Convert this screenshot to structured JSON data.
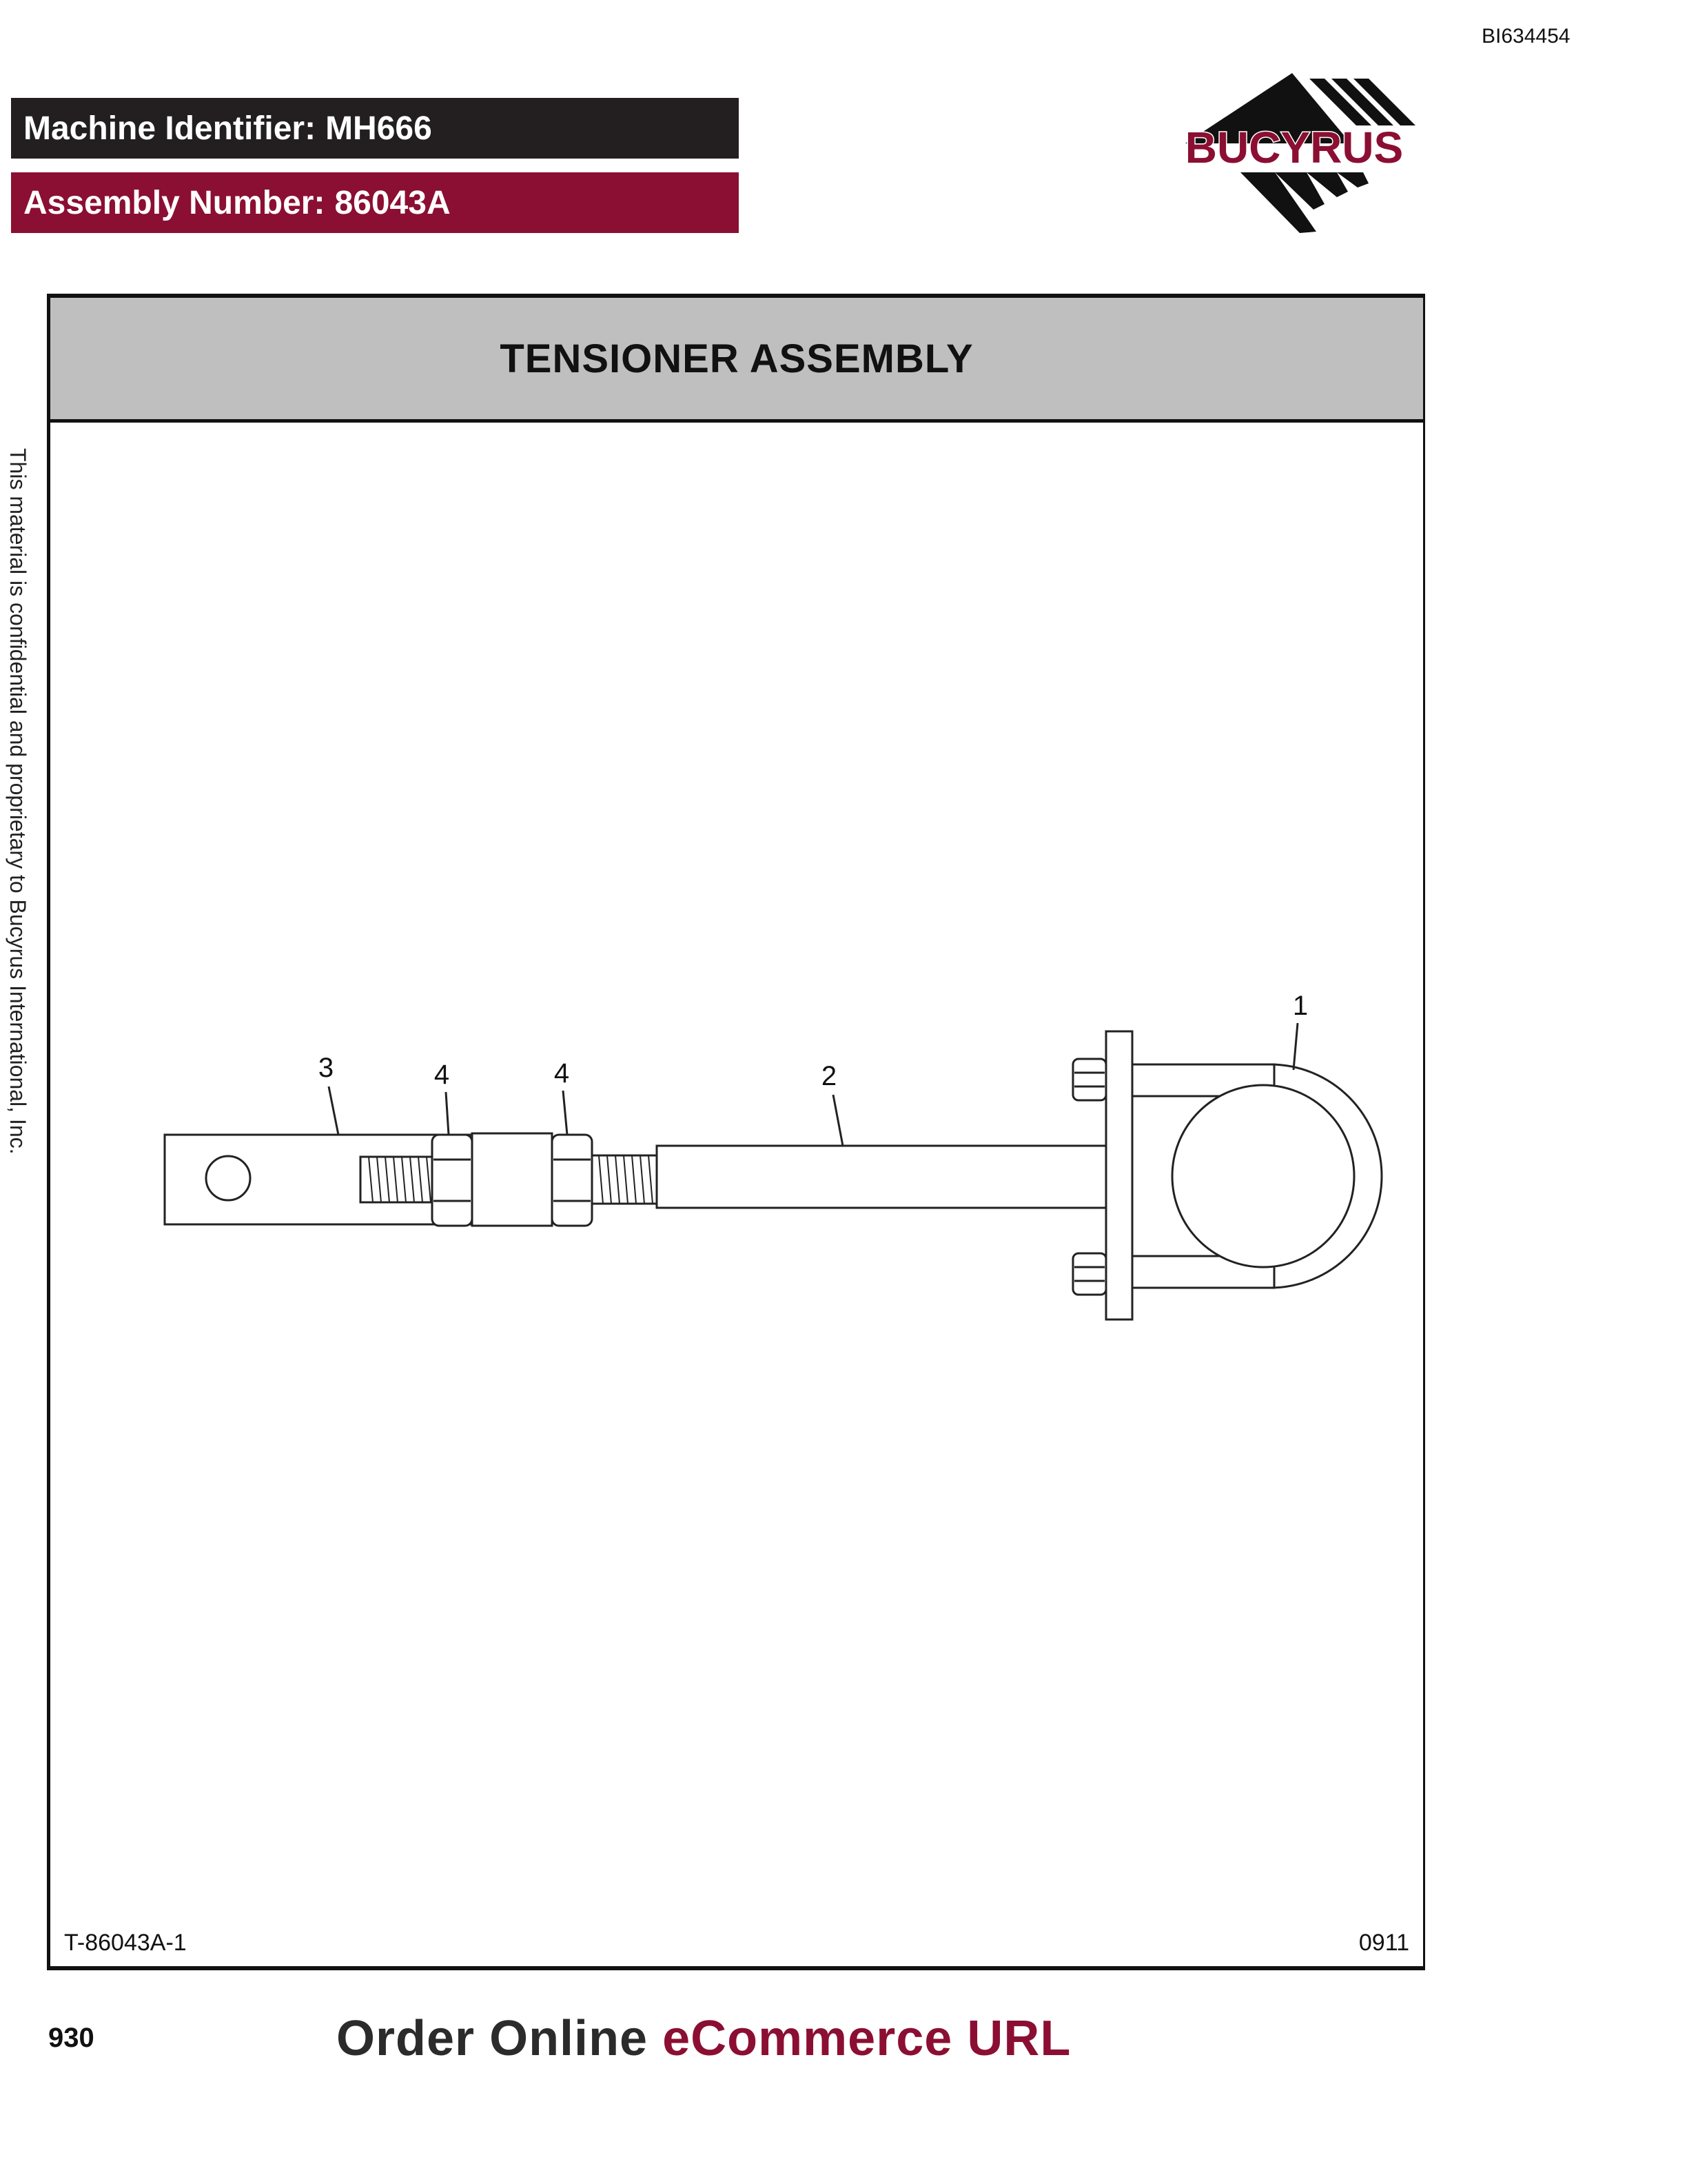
{
  "document": {
    "doc_id": "BI634454",
    "machine_identifier": {
      "label": "Machine Identifier:",
      "value": "MH666"
    },
    "assembly_number": {
      "label": "Assembly Number:",
      "value": "86043A"
    },
    "logo_text": "BUCYRUS",
    "confidential_note": "This material is confidential and proprietary to Bucyrus International, Inc.",
    "page_title": "TENSIONER ASSEMBLY",
    "figure_code": "T-86043A-1",
    "figure_date": "0911",
    "page_number": "930",
    "footer": {
      "order_text": "Order Online",
      "ecommerce_text": "eCommerce URL"
    }
  },
  "callouts": [
    {
      "id": "callout-1",
      "label": "1"
    },
    {
      "id": "callout-2",
      "label": "2"
    },
    {
      "id": "callout-3",
      "label": "3"
    },
    {
      "id": "callout-4a",
      "label": "4"
    },
    {
      "id": "callout-4b",
      "label": "4"
    }
  ],
  "colors": {
    "machine_bar": "#231f20",
    "assembly_bar": "#8b0f32",
    "header_gray": "#bfbfbf",
    "brand_red": "#8b0f32"
  }
}
